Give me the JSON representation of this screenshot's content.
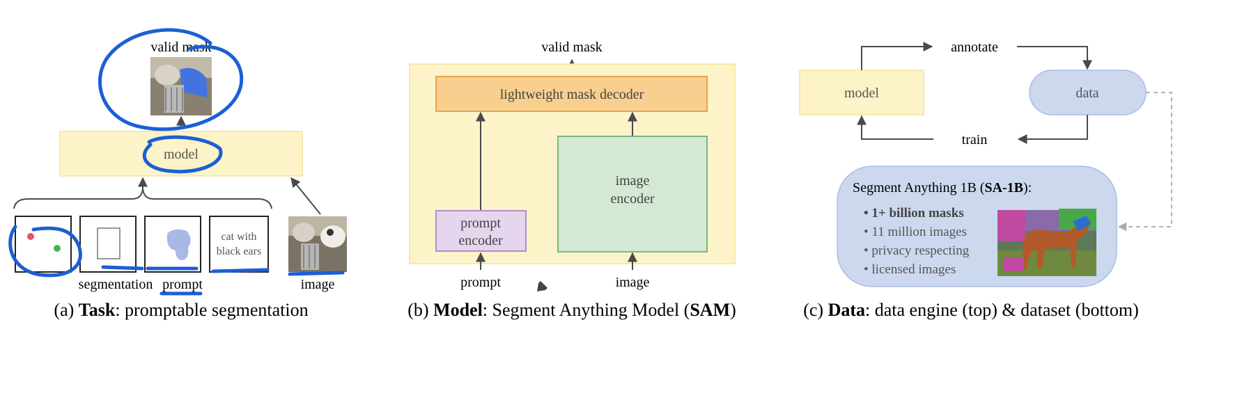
{
  "panel_a": {
    "valid_mask": "valid mask",
    "model": "model",
    "text_prompt_line1": "cat with",
    "text_prompt_line2": "black ears",
    "segmentation": "segmentation",
    "prompt": "prompt",
    "image": "image",
    "caption_prefix": "(a) ",
    "caption_bold": "Task",
    "caption_rest": ": promptable segmentation"
  },
  "panel_b": {
    "valid_mask": "valid mask",
    "decoder": "lightweight mask decoder",
    "prompt_encoder_line1": "prompt",
    "prompt_encoder_line2": "encoder",
    "image_encoder_line1": "image",
    "image_encoder_line2": "encoder",
    "prompt": "prompt",
    "image": "image",
    "caption_prefix": "(b) ",
    "caption_bold": "Model",
    "caption_mid": ": Segment Anything Model (",
    "caption_bold2": "SAM",
    "caption_end": ")"
  },
  "panel_c": {
    "annotate": "annotate",
    "model": "model",
    "data": "data",
    "train": "train",
    "dataset_title_prefix": "Segment Anything 1B (",
    "dataset_title_bold": "SA-1B",
    "dataset_title_end": "):",
    "bullets": [
      "• 1+ billion masks",
      "• 11 million images",
      "• privacy respecting",
      "• licensed images"
    ],
    "caption_prefix": "(c) ",
    "caption_bold": "Data",
    "caption_rest": ": data engine (top) & dataset (bottom)"
  },
  "colors": {
    "yellow_fill": "#fdf3c8",
    "yellow_stroke": "#f5e29a",
    "orange_fill": "#f8cf8e",
    "orange_stroke": "#e8a24e",
    "green_fill": "#d3e9d4",
    "green_stroke": "#79b67d",
    "purple_fill": "#e5d6ee",
    "purple_stroke": "#b48bc7",
    "blue_fill": "#ccd8ee",
    "blue_stroke": "#a9bde3",
    "ink": "#1b5fd6"
  }
}
